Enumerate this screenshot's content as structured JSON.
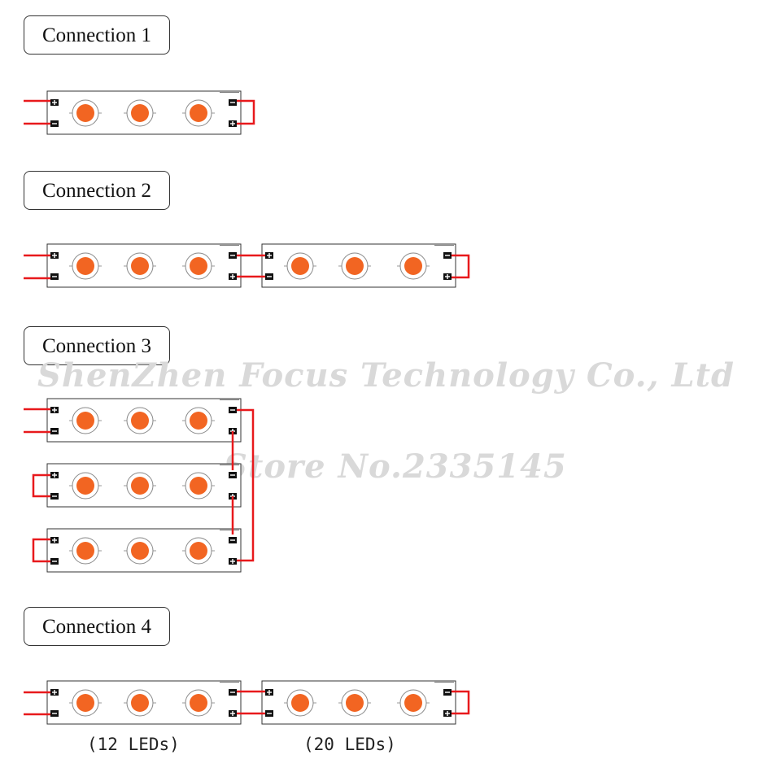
{
  "connections": [
    {
      "label": "Connection 1"
    },
    {
      "label": "Connection 2"
    },
    {
      "label": "Connection 3"
    },
    {
      "label": "Connection 4"
    }
  ],
  "watermark": {
    "company": "ShenZhen Focus Technology Co., Ltd",
    "store": "Store No.2335145"
  },
  "captions": {
    "left": "(12 LEDs)",
    "right": "(20 LEDs)"
  },
  "colors": {
    "wire": "#e8191c",
    "led": "#f26522",
    "outline": "#333333"
  }
}
